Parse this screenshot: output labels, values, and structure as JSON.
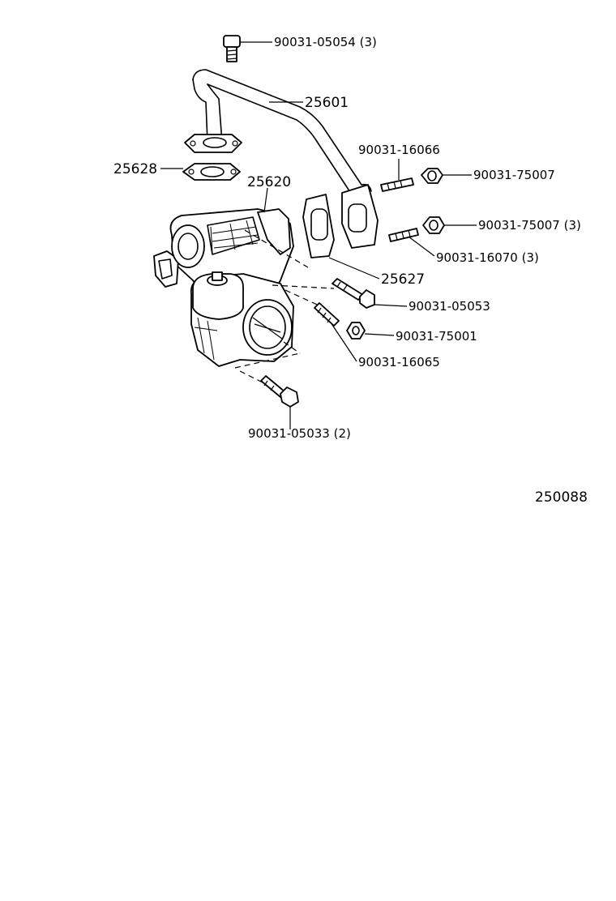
{
  "labels": {
    "bolt_top": "90031-05054 (3)",
    "pipe": "25601",
    "gasket_pipe": "25628",
    "throttle_body": "25620",
    "stud_upper": "90031-16066",
    "nut_upper": "90031-75007",
    "nut_upper_3": "90031-75007 (3)",
    "stud_mid_3": "90031-16070 (3)",
    "gasket_throttle": "25627",
    "bolt_mid": "90031-05053",
    "nut_lower": "90031-75001",
    "stud_lower": "90031-16065",
    "bolt_bottom": "90031-05033 (2)",
    "figure_id": "250088"
  }
}
